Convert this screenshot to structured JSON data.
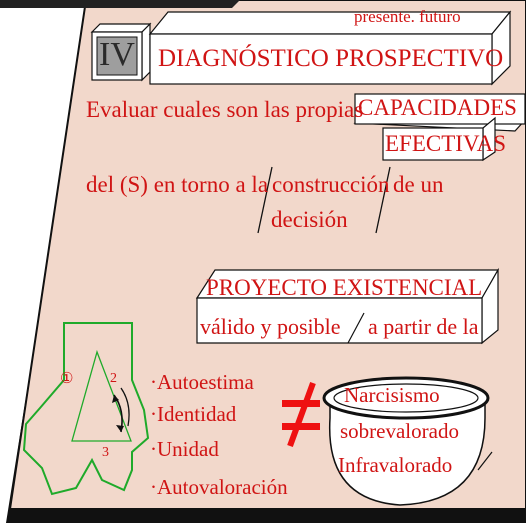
{
  "header": {
    "time_labels": "presente.  futuro",
    "section_number": "IV",
    "section_title": "DIAGNÓSTICO PROSPECTIVO"
  },
  "body": {
    "line1": "Evaluar cuales son las propias",
    "capacidades": "CAPACIDADES",
    "efectivas": "EFECTIVAS",
    "line2": "del (S) en torno a la",
    "construccion": "construcción",
    "de_un": "de un",
    "decision": "decisión",
    "proyecto": "PROYECTO EXISTENCIAL",
    "valido": "válido y posible",
    "a_partir": "a partir de la"
  },
  "triangle": {
    "label_1": "①",
    "label_2": "2",
    "label_3": "3"
  },
  "list": [
    "·Autoestima",
    "·Identidad",
    "·Unidad",
    "·Autovaloración"
  ],
  "bowl": {
    "narcisismo": "Narcisismo",
    "sobrevalorado": "sobrevalorado",
    "infravalorado": "Infravalorado"
  },
  "colors": {
    "background": "#f2d8cb",
    "text": "#d01414",
    "triangle_outline": "#1faa2a",
    "not_equal": "#ee1111",
    "outline": "#111111"
  }
}
